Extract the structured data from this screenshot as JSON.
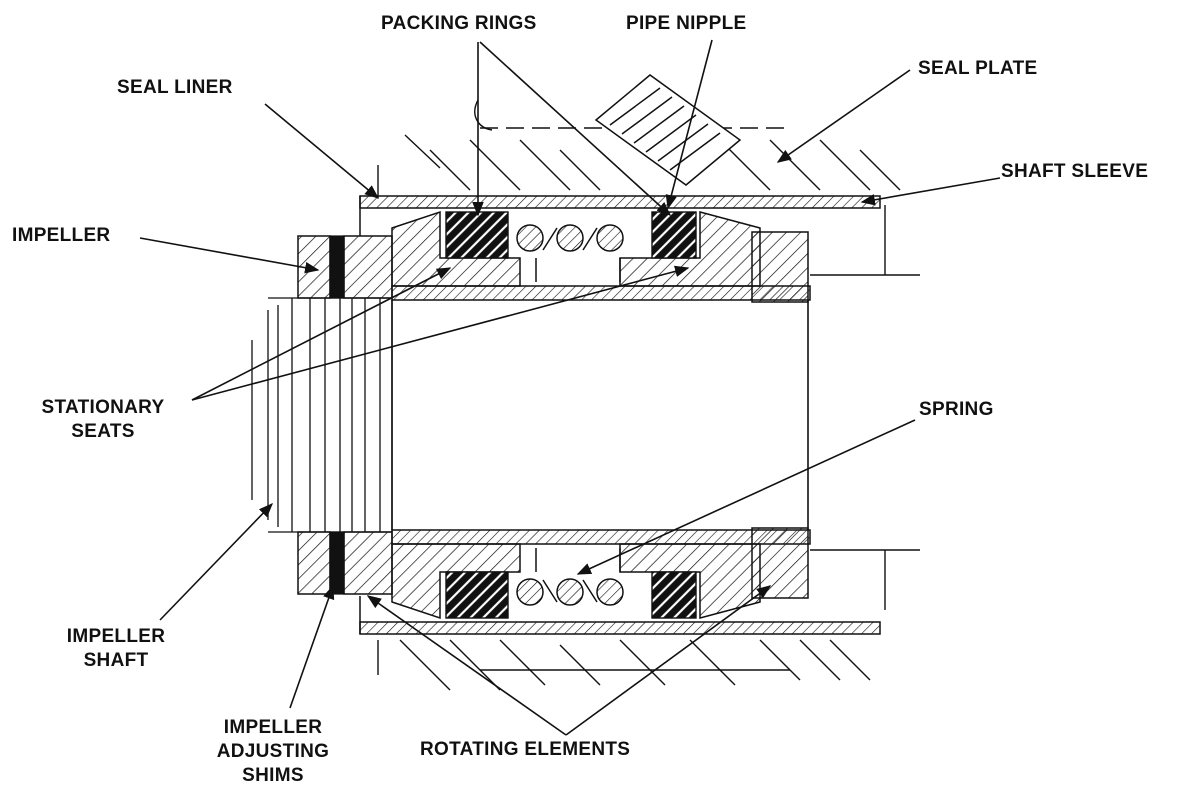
{
  "labels": {
    "packing_rings": "PACKING RINGS",
    "pipe_nipple": "PIPE NIPPLE",
    "seal_plate": "SEAL PLATE",
    "seal_liner": "SEAL LINER",
    "shaft_sleeve": "SHAFT SLEEVE",
    "impeller": "IMPELLER",
    "stationary_seats": [
      "STATIONARY",
      "SEATS"
    ],
    "spring": "SPRING",
    "impeller_shaft": [
      "IMPELLER",
      "SHAFT"
    ],
    "impeller_adjusting_shims": [
      "IMPELLER",
      "ADJUSTING",
      "SHIMS"
    ],
    "rotating_elements": "ROTATING ELEMENTS"
  },
  "colors": {
    "ink": "#111111",
    "paper": "#ffffff"
  }
}
